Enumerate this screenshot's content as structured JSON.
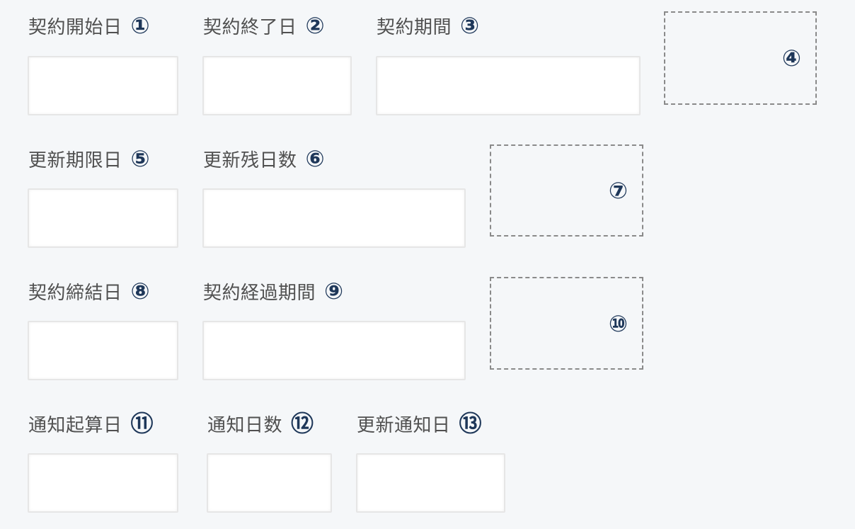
{
  "fields": [
    {
      "label": "契約開始日",
      "marker": "①",
      "value": ""
    },
    {
      "label": "契約終了日",
      "marker": "②",
      "value": ""
    },
    {
      "label": "契約期間",
      "marker": "③",
      "value": ""
    },
    {
      "label": "更新期限日",
      "marker": "⑤",
      "value": ""
    },
    {
      "label": "更新残日数",
      "marker": "⑥",
      "value": ""
    },
    {
      "label": "契約締結日",
      "marker": "⑧",
      "value": ""
    },
    {
      "label": "契約経過期間",
      "marker": "⑨",
      "value": ""
    },
    {
      "label": "通知起算日",
      "marker": "⑪",
      "value": ""
    },
    {
      "label": "通知日数",
      "marker": "⑫",
      "value": ""
    },
    {
      "label": "更新通知日",
      "marker": "⑬",
      "value": ""
    }
  ],
  "placeholders": [
    {
      "marker": "④"
    },
    {
      "marker": "⑦"
    },
    {
      "marker": "⑩"
    }
  ]
}
